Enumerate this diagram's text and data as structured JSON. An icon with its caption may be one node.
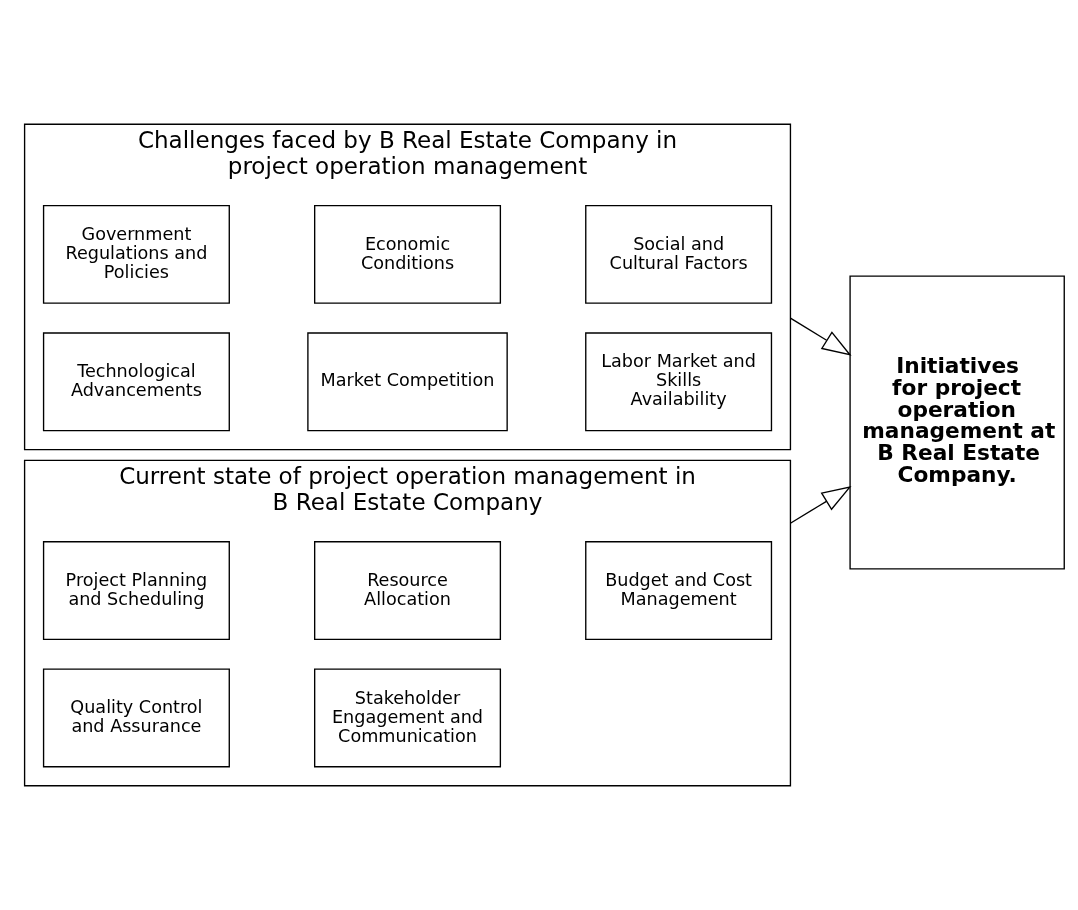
{
  "diagram": {
    "nodes": [
      {
        "text": [
          "Challenges faced by B Real Estate Company in project operation management"
        ]
      },
      {
        "text": [
          "Government Regulations and Policies"
        ],
        "in": 0
      },
      {
        "text": [
          "Economic Conditions"
        ],
        "in": 0
      },
      {
        "text": [
          "Social and Cultural Factors"
        ],
        "in": 0
      },
      {
        "text": [
          "Technological Advancements"
        ],
        "in": 0
      },
      {
        "text": [
          "Market Competition"
        ],
        "in": 0
      },
      {
        "text": [
          "Labor Market and Skills Availability"
        ],
        "in": 0
      },
      {
        "text": [
          "Current state of project operation management in B Real Estate Company"
        ]
      },
      {
        "text": [
          "Project Planning and Scheduling"
        ],
        "in": 7
      },
      {
        "text": [
          "Resource Allocation"
        ],
        "in": 7
      },
      {
        "text": [
          "Budget and Cost Management"
        ],
        "in": 7
      },
      {
        "text": [
          "Quality Control and Assurance"
        ],
        "in": 7
      },
      {
        "text": [
          "Stakeholder Engagement and Communication"
        ],
        "in": 7
      },
      {
        "text": [
          "Initiatives for project operation management at B Real Estate Company."
        ]
      }
    ],
    "edges": [
      {
        "from": 0,
        "to": 13,
        "arrow": "to"
      },
      {
        "from": 7,
        "to": 13,
        "arrow": "to"
      }
    ]
  }
}
